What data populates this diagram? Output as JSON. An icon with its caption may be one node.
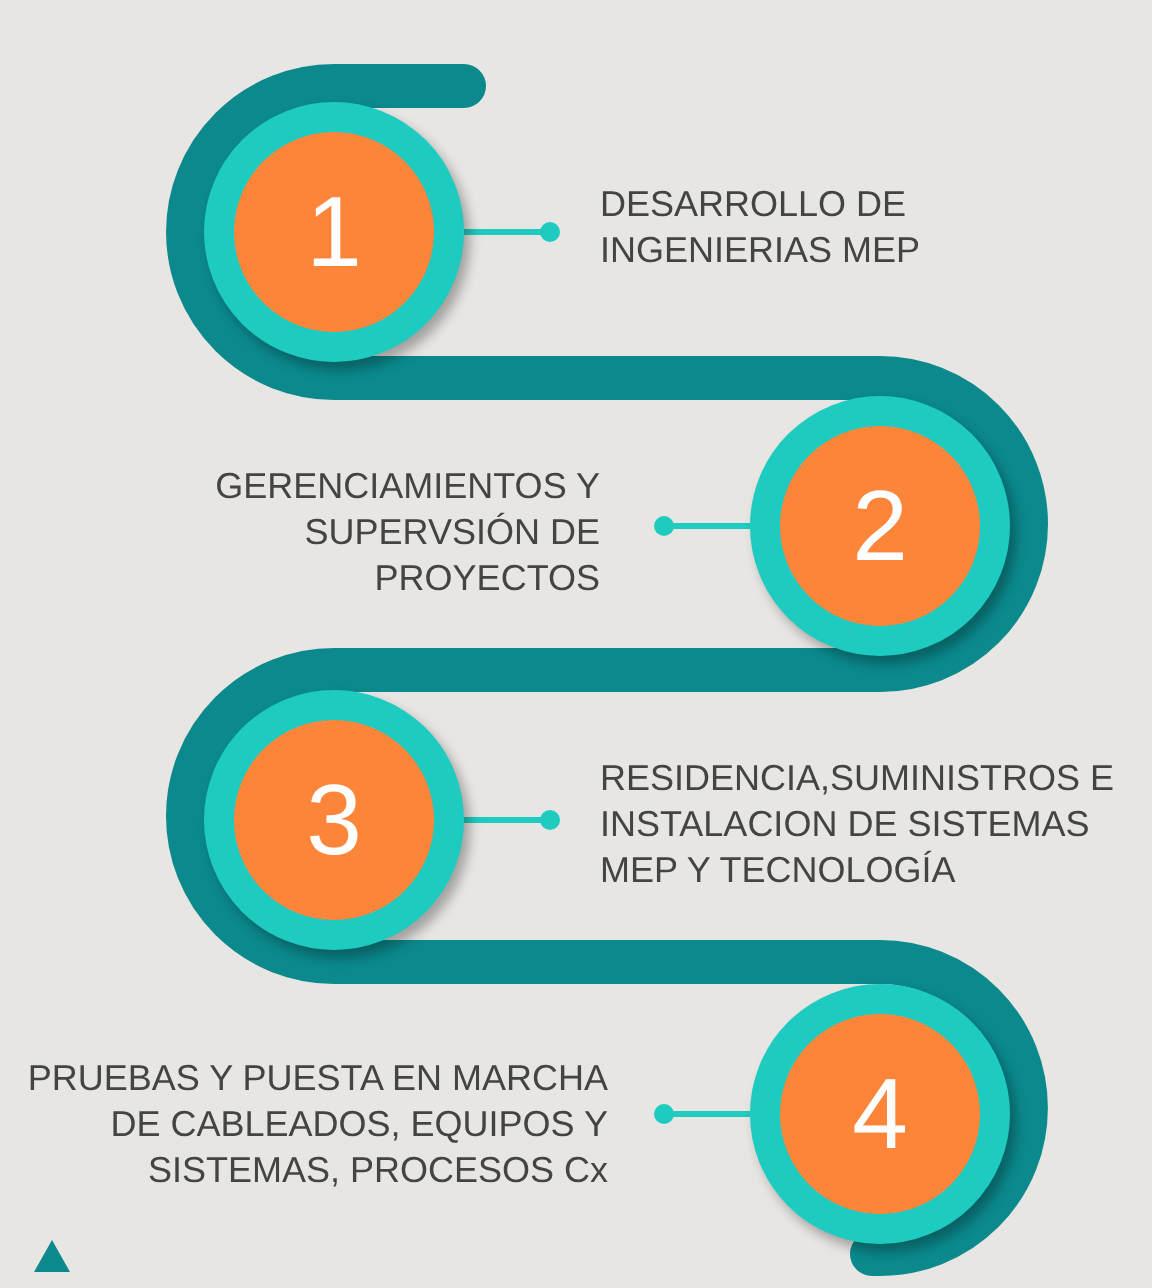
{
  "diagram": {
    "nodes": [
      {
        "text": [
          "1"
        ]
      },
      {
        "text": [
          "DESARROLLO DE INGENIERIAS MEP"
        ]
      },
      {
        "text": [
          "GERENCIAMIENTOS Y SUPERVSIÓN DE PROYECTOS"
        ]
      },
      {
        "text": [
          "2"
        ]
      },
      {
        "text": [
          "3"
        ]
      },
      {
        "text": [
          "RESIDENCIA,SUMINISTROS E INSTALACION DE SISTEMAS MEP Y TECNOLOGÍA"
        ]
      },
      {
        "text": [
          "PRUEBAS Y PUESTA EN MARCHA DE CABLEADOS, EQUIPOS Y SISTEMAS, PROCESOS Cx"
        ]
      },
      {
        "text": [
          "4"
        ]
      }
    ],
    "edges": [
      {
        "from": 0,
        "to": 1,
        "arrow": "other"
      },
      {
        "from": 3,
        "to": 2,
        "arrow": "other"
      },
      {
        "from": 4,
        "to": 5,
        "arrow": "other"
      },
      {
        "from": 7,
        "to": 6,
        "arrow": "other"
      }
    ]
  }
}
